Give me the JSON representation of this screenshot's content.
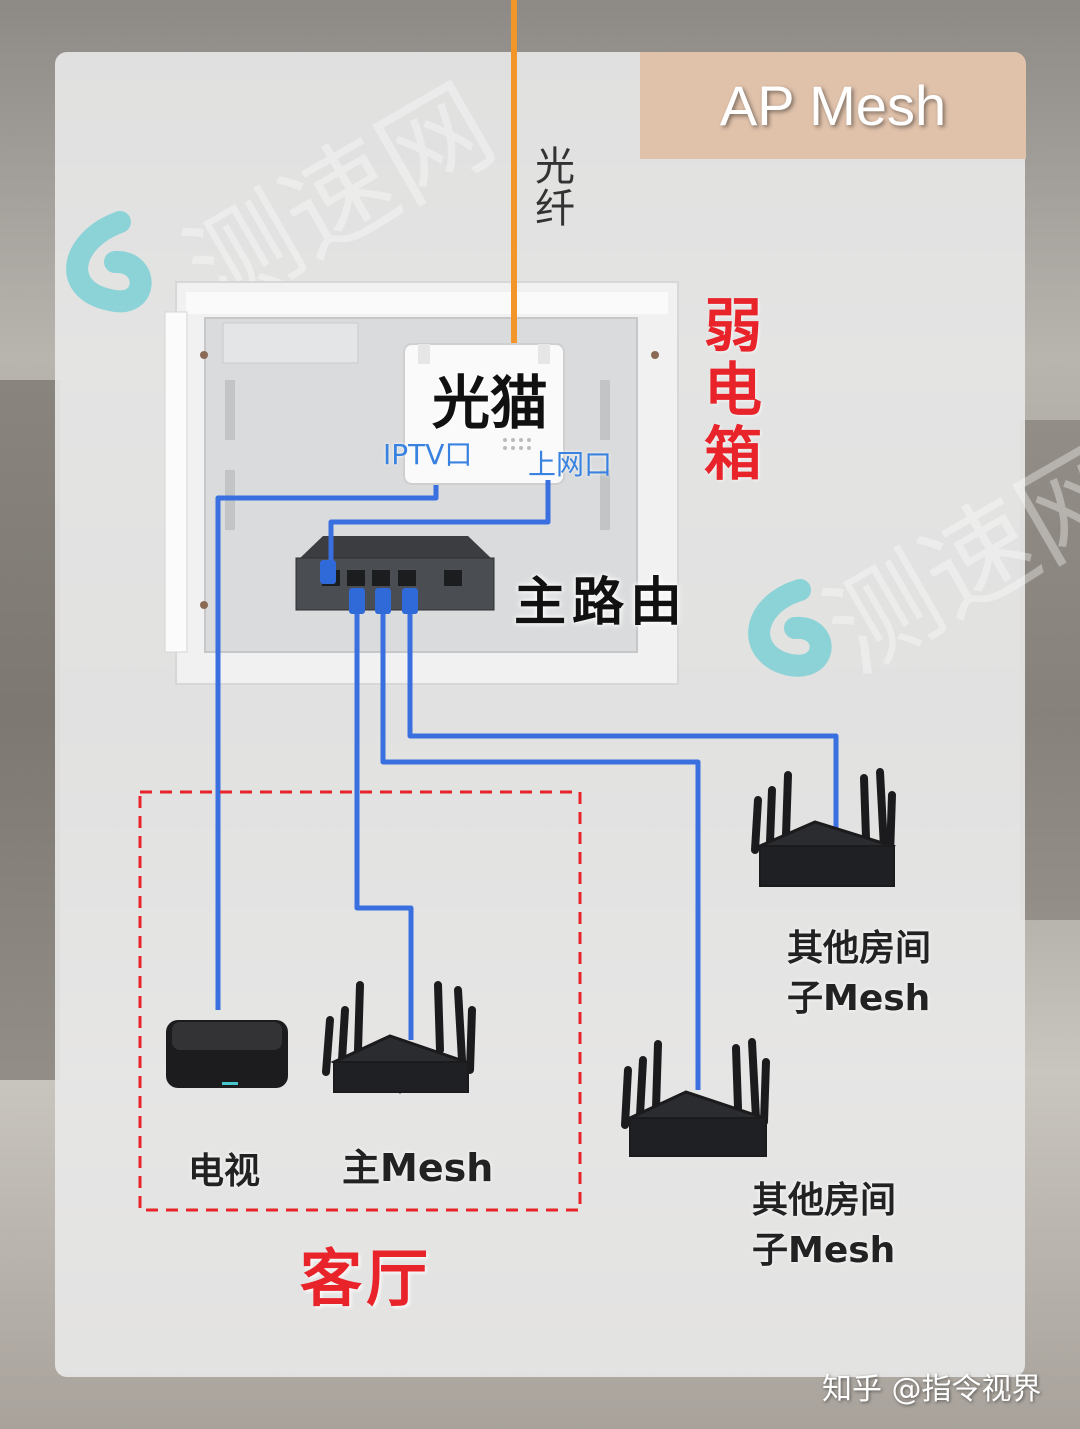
{
  "title": "AP Mesh",
  "labels": {
    "fiber": "光纤",
    "weak_box": "弱电箱",
    "modem": "光猫",
    "iptv_port": "IPTV口",
    "wan_port": "上网口",
    "main_router": "主路由",
    "tv": "电视",
    "main_mesh": "主Mesh",
    "sub_mesh_1": "其他房间子Mesh",
    "sub_mesh_2": "其他房间子Mesh",
    "living_room": "客厅",
    "credit": "知乎 @指令视界"
  },
  "watermark": {
    "text": "测速网"
  },
  "colors": {
    "fiber": "#f2962a",
    "cable": "#3a6fe0",
    "highlight_red": "#e8232a",
    "title_bg": "#e0c2ab",
    "port_blue": "#3a82e0"
  },
  "icons": {
    "logo": "speedtest-logo-icon",
    "router": "router-icon",
    "tv_box": "tv-box-icon",
    "switch": "switch-icon",
    "modem": "modem-icon"
  }
}
